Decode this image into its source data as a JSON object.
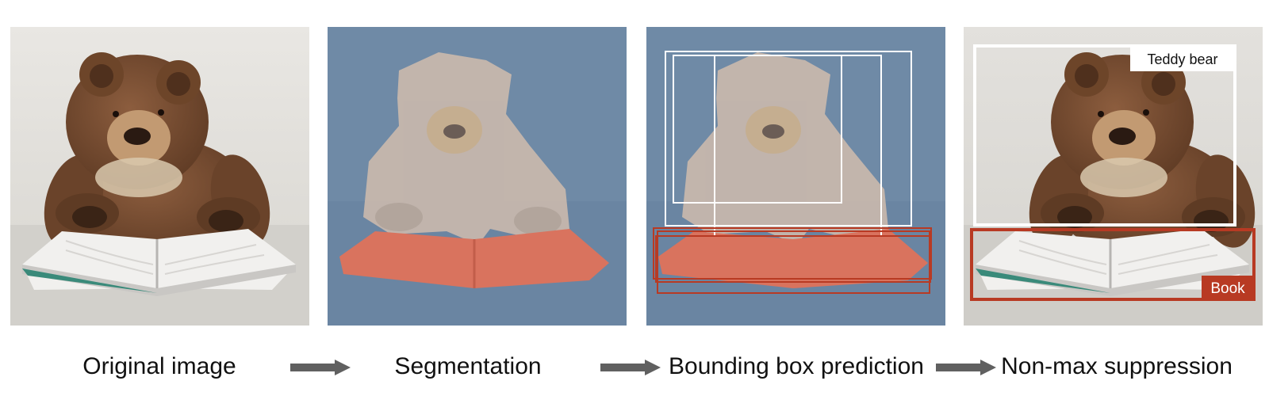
{
  "stages": [
    {
      "label": "Original image"
    },
    {
      "label": "Segmentation"
    },
    {
      "label": "Bounding box prediction"
    },
    {
      "label": "Non-max suppression"
    }
  ],
  "detections": {
    "teddy_label": "Teddy bear",
    "book_label": "Book"
  },
  "colors": {
    "segmentation_background": "#6f8aa6",
    "book_mask": "#d9735e",
    "teddy_box": "#ffffff",
    "book_box": "#b83a23",
    "arrow": "#606060",
    "teddy_bear": "#7a4e33",
    "book_page": "#eeeeec"
  }
}
